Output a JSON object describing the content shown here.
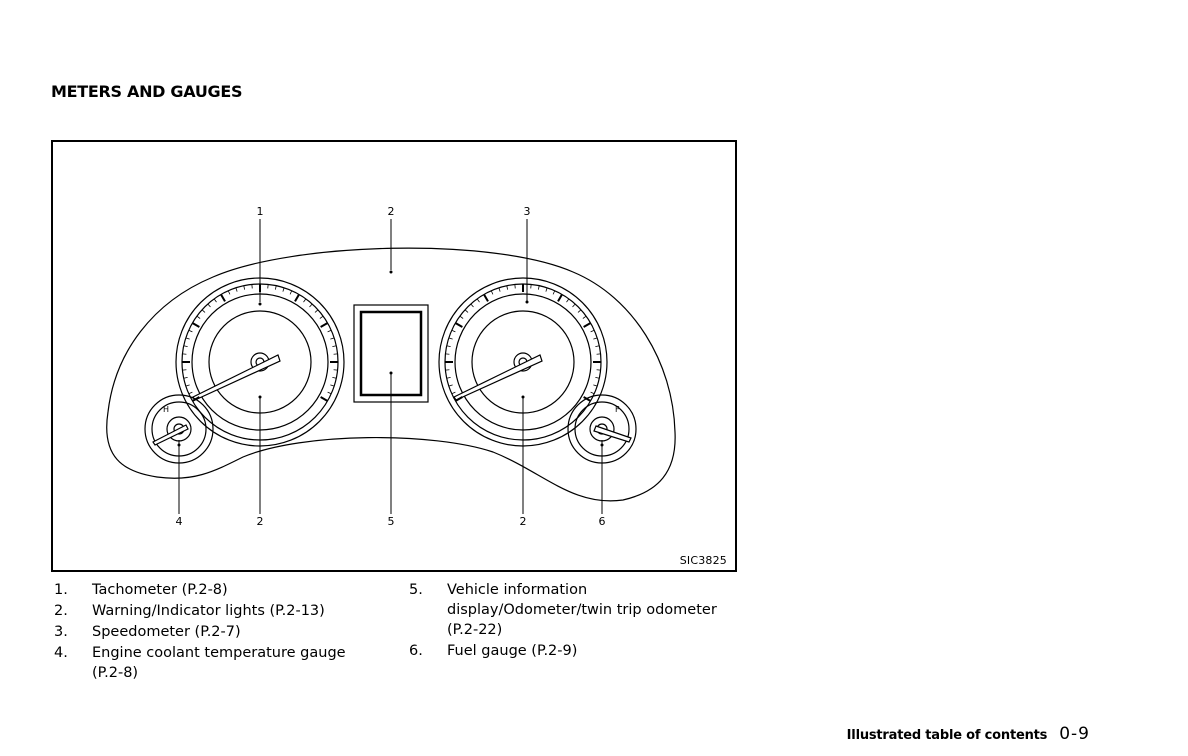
{
  "section_title": "METERS AND GAUGES",
  "figure": {
    "code": "SIC3825",
    "callouts": {
      "tachometer": "1",
      "warning_top": "2",
      "speedometer": "3",
      "temp_gauge": "4",
      "warning_left": "2",
      "display": "5",
      "warning_right": "2",
      "fuel_gauge": "6"
    },
    "gauge_marks": {
      "hot": "H",
      "full": "F"
    }
  },
  "legend": [
    {
      "num": "1.",
      "text": "Tachometer (P.2-8)"
    },
    {
      "num": "2.",
      "text": "Warning/Indicator lights (P.2-13)"
    },
    {
      "num": "3.",
      "text": "Speedometer (P.2-7)"
    },
    {
      "num": "4.",
      "text": "Engine coolant temperature gauge (P.2-8)"
    },
    {
      "num": "5.",
      "text": "Vehicle information display/Odometer/twin trip odometer (P.2-22)"
    },
    {
      "num": "6.",
      "text": "Fuel gauge (P.2-9)"
    }
  ],
  "footer": {
    "label": "Illustrated table of contents",
    "page": "0-9"
  }
}
